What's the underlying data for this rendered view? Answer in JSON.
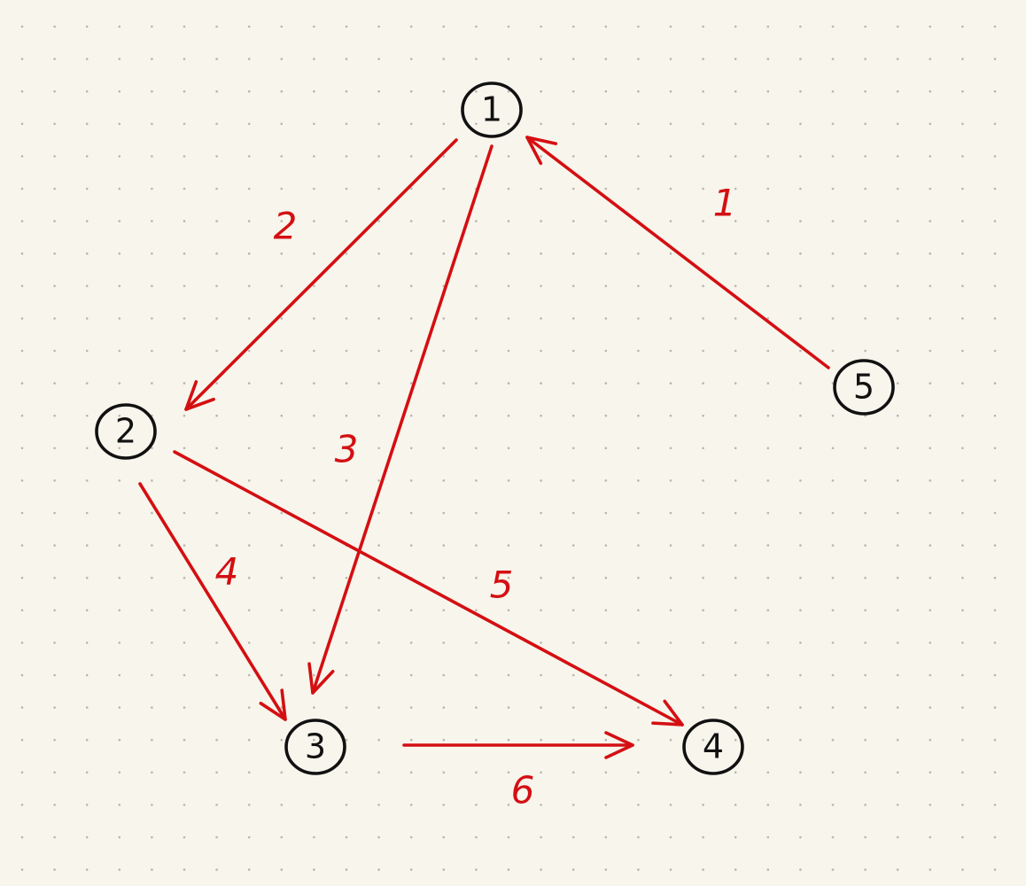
{
  "colors": {
    "background": "#f7f5ec",
    "dot_grid": "#b9b6ad",
    "node_ink": "#111111",
    "edge_ink": "#d40f12"
  },
  "graph": {
    "directed": true,
    "nodes": [
      {
        "id": "1",
        "label": "1"
      },
      {
        "id": "2",
        "label": "2"
      },
      {
        "id": "3",
        "label": "3"
      },
      {
        "id": "4",
        "label": "4"
      },
      {
        "id": "5",
        "label": "5"
      }
    ],
    "edges": [
      {
        "id": "e12",
        "from": "1",
        "to": "2",
        "weight": "2"
      },
      {
        "id": "e13",
        "from": "1",
        "to": "3",
        "weight": "3"
      },
      {
        "id": "e51",
        "from": "5",
        "to": "1",
        "weight": "1"
      },
      {
        "id": "e23",
        "from": "2",
        "to": "3",
        "weight": "4"
      },
      {
        "id": "e24",
        "from": "2",
        "to": "4",
        "weight": "5"
      },
      {
        "id": "e34",
        "from": "3",
        "to": "4",
        "weight": "6"
      }
    ]
  }
}
